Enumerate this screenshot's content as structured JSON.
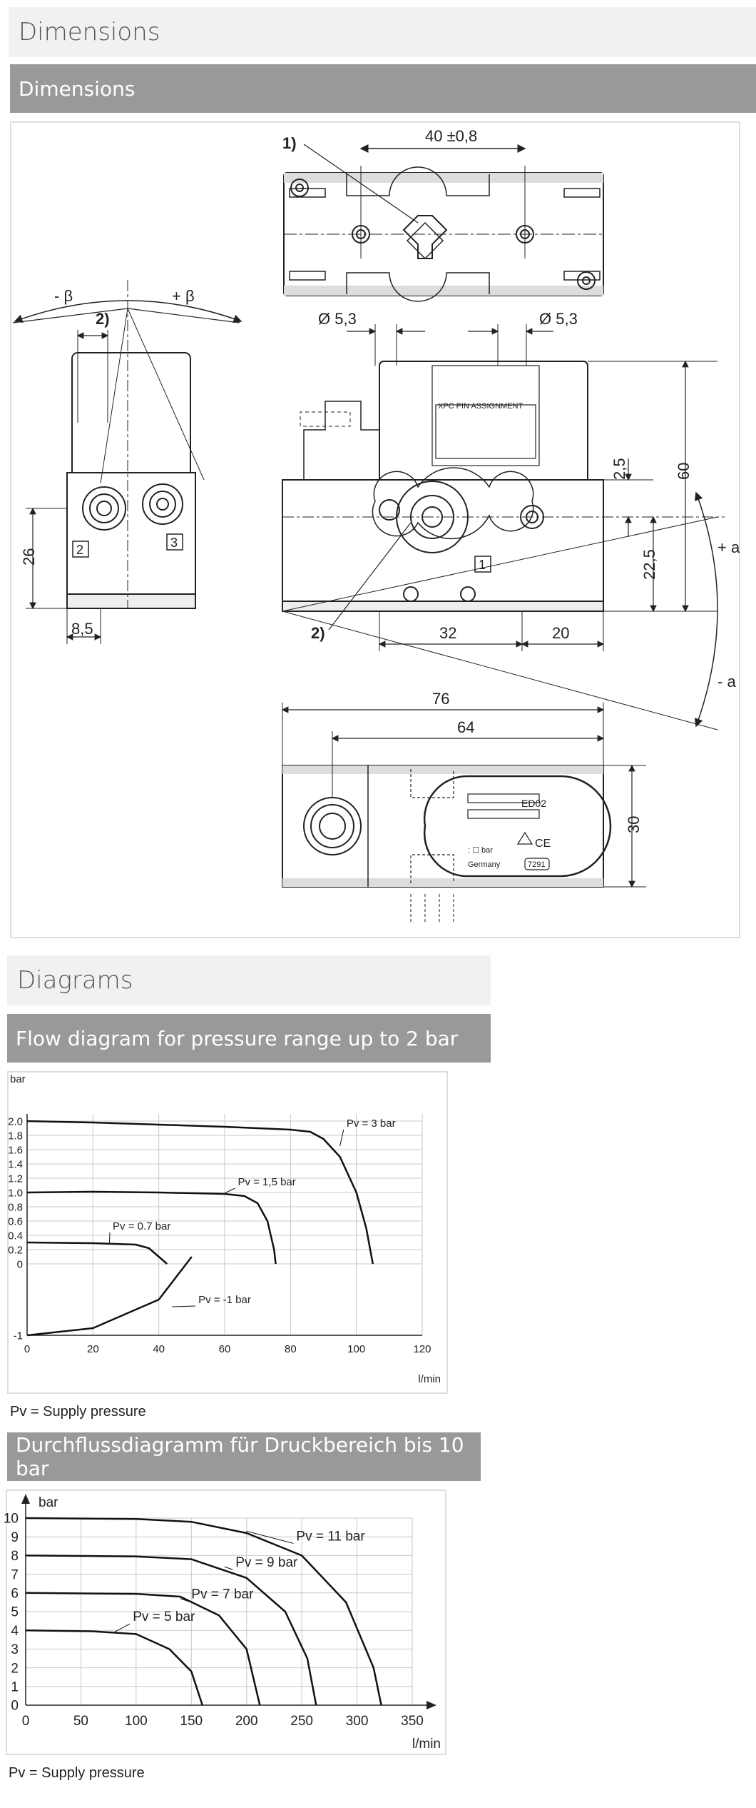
{
  "sections": {
    "dimensions_heading": "Dimensions",
    "dimensions_subheading": "Dimensions",
    "diagrams_heading": "Diagrams",
    "flow_2bar_heading": "Flow diagram for pressure range up to 2 bar",
    "flow_10bar_heading": "Durchflussdiagramm für Druckbereich bis 10 bar"
  },
  "drawing": {
    "callout_1": "1)",
    "callout_2_top": "2)",
    "callout_2_bottom": "2)",
    "dim_40": "40 ±0,8",
    "dim_beta_minus": "- β",
    "dim_beta_plus": "+ β",
    "dim_dia_left": "Ø 5,3",
    "dim_dia_right": "Ø 5,3",
    "dim_26": "26",
    "dim_8_5": "8,5",
    "dim_60": "60",
    "dim_2_5": "2,5",
    "dim_22_5": "22,5",
    "dim_32": "32",
    "dim_20": "20",
    "dim_plus_a": "+ a",
    "dim_minus_a": "- a",
    "dim_76": "76",
    "dim_64": "64",
    "dim_30": "30",
    "label_xpc": "XPC  PIN  ASSIGNMENT",
    "port_1": "1",
    "port_2": "2",
    "port_3": "3",
    "label_ed02": "ED02",
    "label_bar": ": ☐ bar",
    "label_germany": "Germany",
    "label_7291": "7291",
    "label_ce": "CE"
  },
  "caption_1": "Pv = Supply pressure",
  "caption_2": "Pv = Supply pressure",
  "chart_data": [
    {
      "type": "line",
      "title": "",
      "xlabel": "l/min",
      "ylabel": "bar",
      "xlim": [
        0,
        120
      ],
      "ylim": [
        -1,
        2.1
      ],
      "x_ticks": [
        "0",
        "20",
        "40",
        "60",
        "80",
        "100",
        "120"
      ],
      "y_ticks": [
        "-1",
        "0",
        "0.2",
        "0.4",
        "0.6",
        "0.8",
        "1.0",
        "1.2",
        "1.4",
        "1.6",
        "1.8",
        "2.0"
      ],
      "grid": true,
      "series": [
        {
          "name": "Pv = 3 bar",
          "x": [
            0,
            20,
            40,
            60,
            80,
            86,
            90,
            95,
            100,
            103,
            105
          ],
          "y": [
            2.0,
            1.98,
            1.95,
            1.92,
            1.88,
            1.85,
            1.75,
            1.5,
            1.0,
            0.5,
            0
          ]
        },
        {
          "name": "Pv = 1,5 bar",
          "x": [
            0,
            20,
            40,
            60,
            66,
            70,
            73,
            75,
            75.5
          ],
          "y": [
            1.0,
            1.01,
            1.0,
            0.98,
            0.95,
            0.85,
            0.6,
            0.2,
            0
          ]
        },
        {
          "name": "Pv = 0.7 bar",
          "x": [
            0,
            20,
            33,
            37,
            40,
            42.5
          ],
          "y": [
            0.3,
            0.29,
            0.27,
            0.22,
            0.1,
            0
          ]
        },
        {
          "name": "Pv = -1 bar",
          "x": [
            0,
            20,
            40,
            50
          ],
          "y": [
            -1,
            -0.9,
            -0.5,
            0.1
          ]
        }
      ]
    },
    {
      "type": "line",
      "title": "",
      "xlabel": "l/min",
      "ylabel": "bar",
      "xlim": [
        0,
        350
      ],
      "ylim": [
        0,
        10
      ],
      "x_ticks": [
        "0",
        "50",
        "100",
        "150",
        "200",
        "250",
        "300",
        "350"
      ],
      "y_ticks": [
        "0",
        "1",
        "2",
        "3",
        "4",
        "5",
        "6",
        "7",
        "8",
        "9",
        "10"
      ],
      "grid": true,
      "series": [
        {
          "name": "Pv = 11 bar",
          "x": [
            0,
            100,
            150,
            200,
            250,
            290,
            315,
            322
          ],
          "y": [
            10,
            9.95,
            9.8,
            9.2,
            8,
            5.5,
            2,
            0
          ]
        },
        {
          "name": "Pv = 9 bar",
          "x": [
            0,
            100,
            150,
            200,
            235,
            255,
            263
          ],
          "y": [
            8,
            7.95,
            7.8,
            6.8,
            5,
            2.5,
            0
          ]
        },
        {
          "name": "Pv = 7 bar",
          "x": [
            0,
            100,
            140,
            175,
            200,
            212
          ],
          "y": [
            6,
            5.95,
            5.8,
            4.8,
            3,
            0
          ]
        },
        {
          "name": "Pv = 5 bar",
          "x": [
            0,
            60,
            100,
            130,
            150,
            160
          ],
          "y": [
            4,
            3.95,
            3.8,
            3,
            1.8,
            0
          ]
        }
      ]
    }
  ]
}
